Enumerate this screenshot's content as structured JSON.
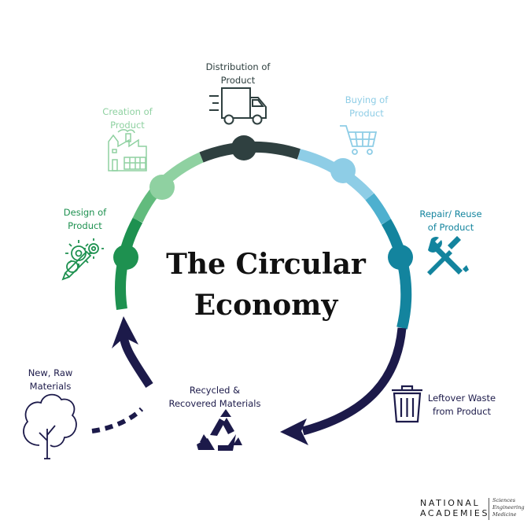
{
  "diagram": {
    "title": "The Circular\nEconomy",
    "stages": [
      {
        "id": "design",
        "label": "Design of\nProduct",
        "color": "#1e9150",
        "icon": "gears-pencil-icon"
      },
      {
        "id": "creation",
        "label": "Creation of\nProduct",
        "color": "#8fd1a1",
        "icon": "factory-icon"
      },
      {
        "id": "distribution",
        "label": "Distribution of\nProduct",
        "color": "#2f4040",
        "icon": "delivery-truck-icon"
      },
      {
        "id": "buying",
        "label": "Buying of\nProduct",
        "color": "#8ecde6",
        "icon": "shopping-cart-icon"
      },
      {
        "id": "repair",
        "label": "Repair/ Reuse\nof Product",
        "color": "#13849e",
        "icon": "wrench-screwdriver-icon"
      },
      {
        "id": "waste",
        "label": "Leftover Waste\nfrom Product",
        "color": "#1c1a4a",
        "icon": "trash-can-icon"
      },
      {
        "id": "recycled",
        "label": "Recycled &\nRecovered Materials",
        "color": "#1c1a4a",
        "icon": "recycle-icon"
      },
      {
        "id": "raw",
        "label": "New, Raw\nMaterials",
        "color": "#1c1a4a",
        "icon": "tree-icon"
      }
    ]
  },
  "logo": {
    "name": "NATIONAL\nACADEMIES",
    "sub": "Sciences\nEngineering\nMedicine"
  }
}
